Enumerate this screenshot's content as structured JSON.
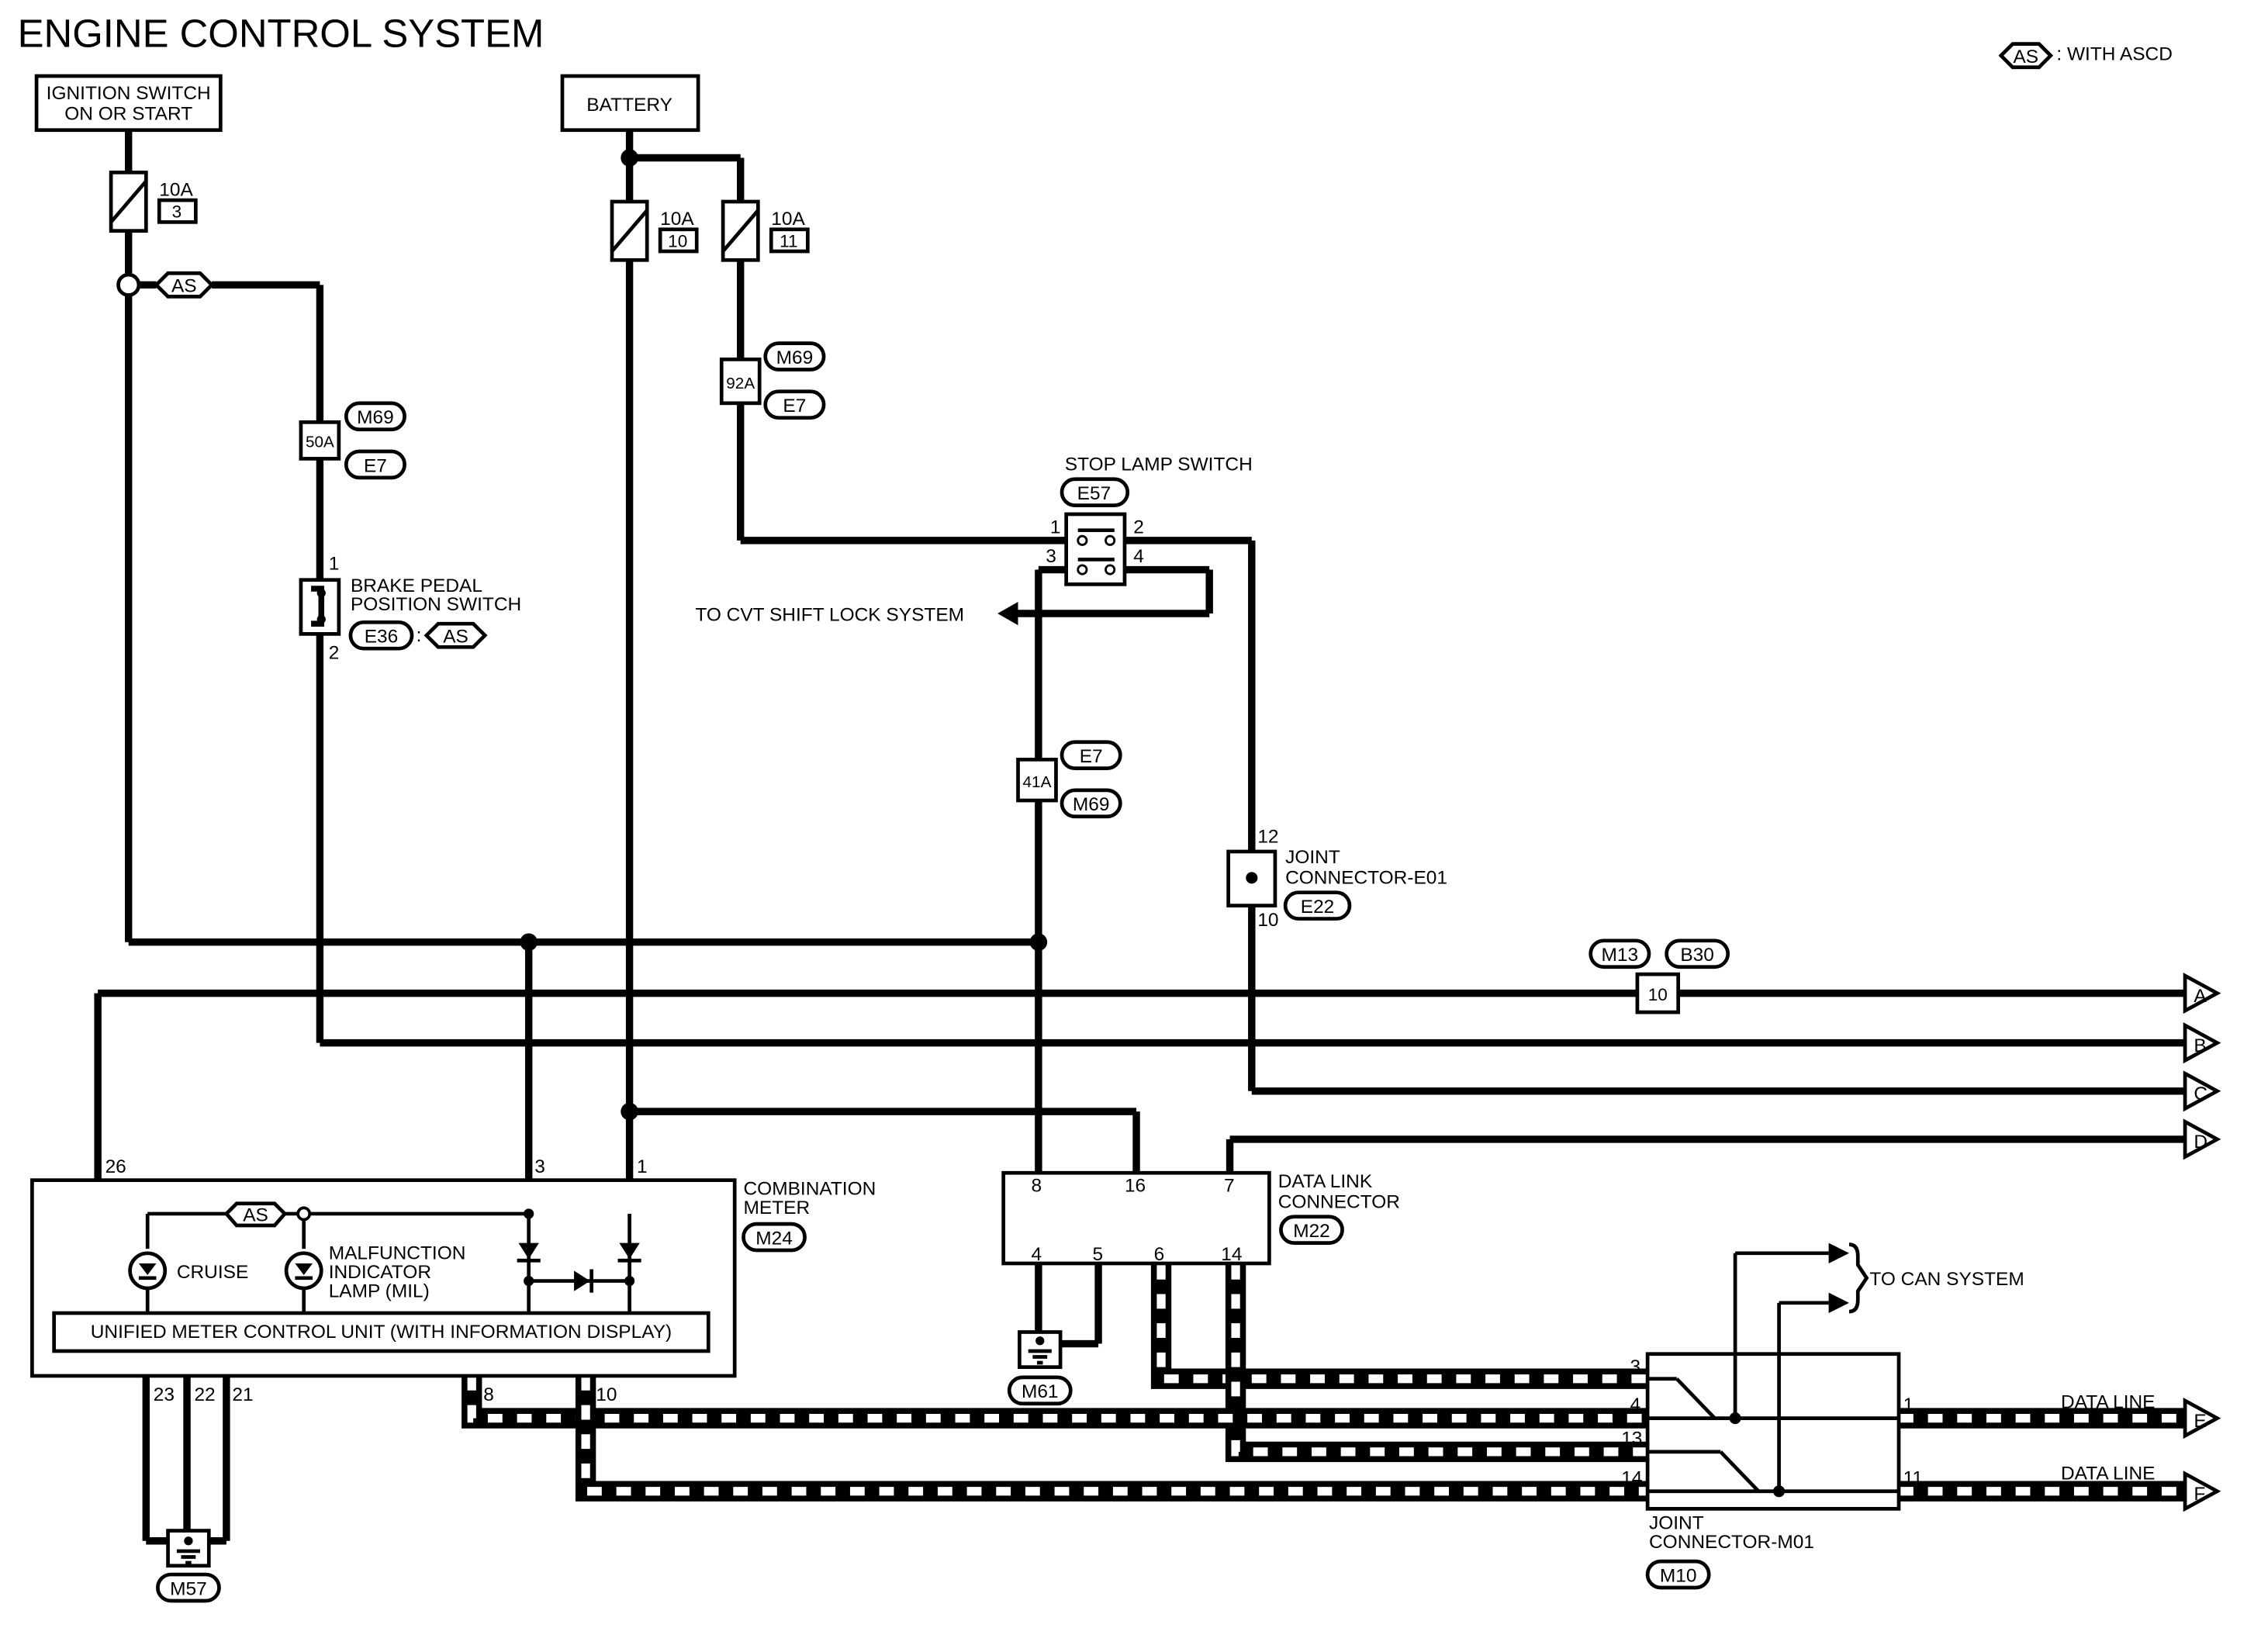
{
  "title": "ENGINE CONTROL SYSTEM",
  "legend": {
    "tag": "AS",
    "text": ": WITH ASCD"
  },
  "sources": {
    "ignition": [
      "IGNITION SWITCH",
      "ON OR START"
    ],
    "battery": "BATTERY"
  },
  "fuses": [
    {
      "amp": "10A",
      "num": "3"
    },
    {
      "amp": "10A",
      "num": "10"
    },
    {
      "amp": "10A",
      "num": "11"
    }
  ],
  "connectors": {
    "m69": "M69",
    "e7": "E7",
    "e57": "E57",
    "e36": "E36",
    "e22": "E22",
    "m13": "M13",
    "b30": "B30",
    "m24": "M24",
    "m22": "M22",
    "m61": "M61",
    "m57": "M57",
    "m10": "M10",
    "as": "AS"
  },
  "inline": {
    "c50a": "50A",
    "c92a": "92A",
    "c41a": "41A",
    "c10": "10"
  },
  "components": {
    "stop_lamp": "STOP LAMP SWITCH",
    "brake_pedal": [
      "BRAKE PEDAL",
      "POSITION SWITCH"
    ],
    "cvt": "TO CVT SHIFT LOCK SYSTEM",
    "joint_e01": [
      "JOINT",
      "CONNECTOR-E01"
    ],
    "combination_meter": [
      "COMBINATION",
      "METER"
    ],
    "data_link": [
      "DATA LINK",
      "CONNECTOR"
    ],
    "cruise": "CRUISE",
    "mil": [
      "MALFUNCTION",
      "INDICATOR",
      "LAMP (MIL)"
    ],
    "umcu": "UNIFIED METER CONTROL UNIT (WITH INFORMATION DISPLAY)",
    "can": "TO CAN SYSTEM",
    "joint_m01": [
      "JOINT",
      "CONNECTOR-M01"
    ],
    "data_line": "DATA LINE"
  },
  "pins": {
    "sl1": "1",
    "sl2": "2",
    "sl3": "3",
    "sl4": "4",
    "bp1": "1",
    "bp2": "2",
    "je12": "12",
    "je10": "10",
    "cm26": "26",
    "cm3": "3",
    "cm1": "1",
    "cm23": "23",
    "cm22": "22",
    "cm21": "21",
    "cm8": "8",
    "cm10": "10",
    "dl8": "8",
    "dl16": "16",
    "dl7": "7",
    "dl4": "4",
    "dl5": "5",
    "dl6": "6",
    "dl14": "14",
    "jm3": "3",
    "jm4": "4",
    "jm13": "13",
    "jm14": "14",
    "jm1": "1",
    "jm11": "11"
  },
  "terminals": [
    "A",
    "B",
    "C",
    "D",
    "E",
    "F"
  ]
}
